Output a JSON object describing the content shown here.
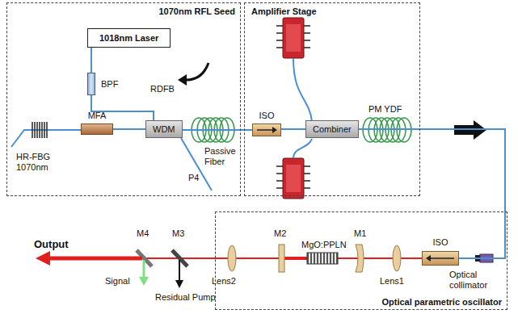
{
  "diagram": {
    "nodes": [
      {
        "text": [
          "1070nm RFL Seed"
        ]
      },
      {
        "text": [
          "1018nm Laser"
        ],
        "in": 0
      },
      {
        "text": [
          "BPF"
        ],
        "in": 0
      },
      {
        "text": [
          "MFA"
        ],
        "in": 0
      },
      {
        "text": [
          "WDM"
        ],
        "in": 0
      },
      {
        "text": [
          "Amplifier Stage"
        ]
      },
      {
        "text": [
          "ISO"
        ],
        "in": 5
      },
      {
        "text": [
          "Combiner"
        ],
        "in": 5
      },
      {
        "text": [
          "Optical parametric oscillator"
        ]
      },
      {
        "text": [
          "ISO"
        ],
        "in": 8
      }
    ],
    "edges": [
      {
        "from": 1,
        "to": 2,
        "arrow": "none"
      },
      {
        "from": 2,
        "to": 4,
        "arrow": "none"
      },
      {
        "from": 3,
        "to": 4,
        "arrow": "none"
      },
      {
        "from": 4,
        "to": 6,
        "arrow": "none"
      },
      {
        "from": 6,
        "to": 7,
        "arrow": "none"
      },
      {
        "from": 7,
        "to": 9,
        "arrow": "none"
      }
    ],
    "labels": [
      "HR-FBG 1070nm",
      "RDFB",
      "Passive Fiber",
      "P4",
      "PM YDF",
      "Output",
      "M4",
      "M3",
      "Signal",
      "Residual Pump",
      "Lens2",
      "M2",
      "MgO:PPLN",
      "M1",
      "Lens1",
      "Optical collimator"
    ]
  }
}
